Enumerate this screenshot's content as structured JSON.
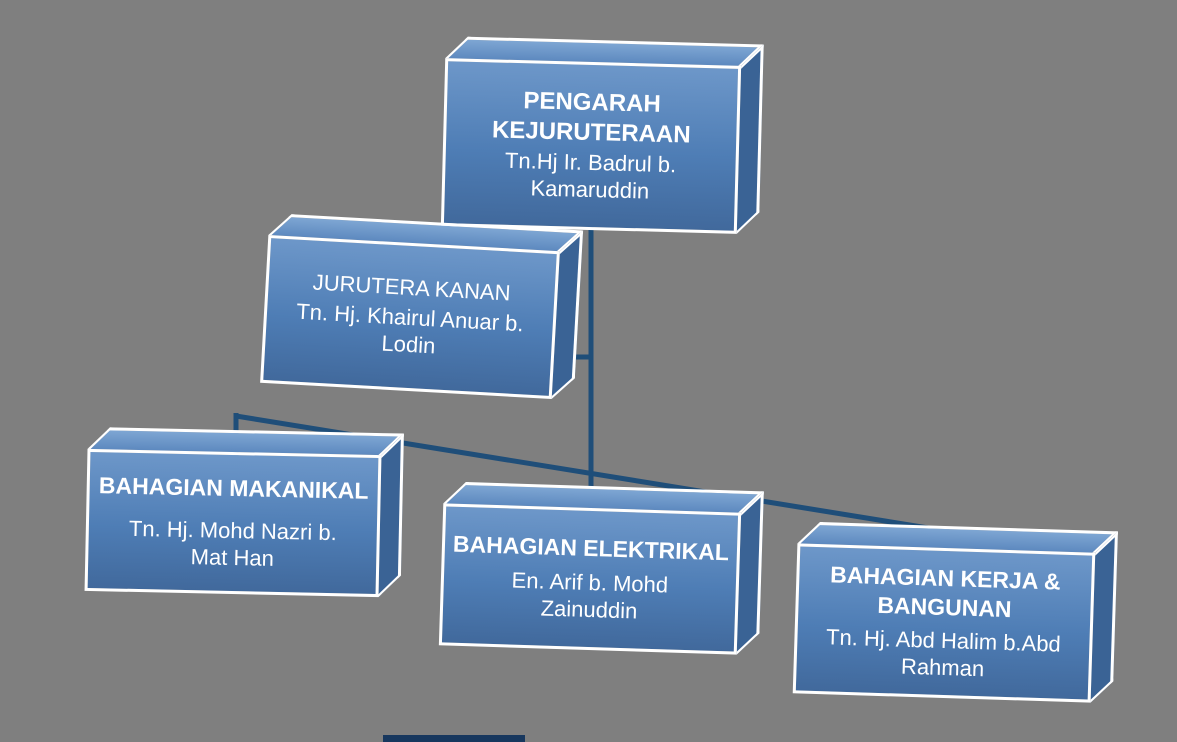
{
  "canvas": {
    "background": "#7f7f7f"
  },
  "chart": {
    "type": "org-chart",
    "connector_color": "#1f4e79",
    "node_fill": "#4f81bd",
    "node_border": "#ffffff",
    "text_color": "#ffffff",
    "nodes": [
      {
        "id": "pengarah-kejuruteraan",
        "title": "PENGARAH KEJURUTERAAN",
        "name": "Tn.Hj Ir. Badrul b. Kamaruddin",
        "reports_to": null
      },
      {
        "id": "jurutera-kanan",
        "title": "JURUTERA KANAN",
        "name": "Tn. Hj. Khairul Anuar b. Lodin",
        "reports_to": "pengarah-kejuruteraan"
      },
      {
        "id": "bahagian-makanikal",
        "title": "BAHAGIAN MAKANIKAL",
        "name": "Tn. Hj. Mohd Nazri b. Mat Han",
        "reports_to": "pengarah-kejuruteraan"
      },
      {
        "id": "bahagian-elektrikal",
        "title": "BAHAGIAN ELEKTRIKAL",
        "name": "En. Arif b. Mohd Zainuddin",
        "reports_to": "pengarah-kejuruteraan"
      },
      {
        "id": "bahagian-kerja-bangunan",
        "title": "BAHAGIAN KERJA & BANGUNAN",
        "name": "Tn. Hj. Abd Halim b.Abd Rahman",
        "reports_to": "pengarah-kejuruteraan"
      }
    ]
  }
}
